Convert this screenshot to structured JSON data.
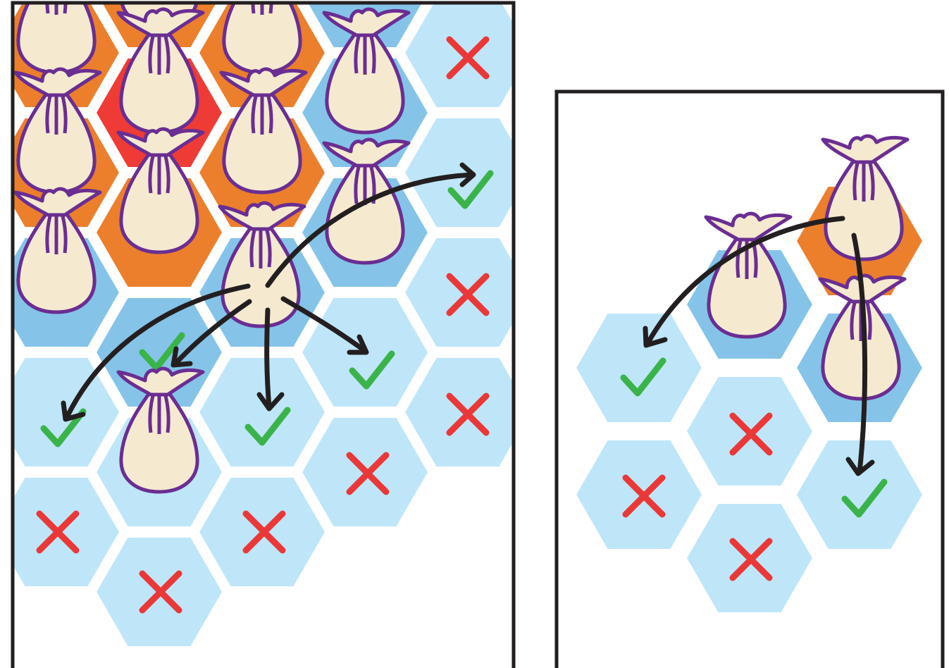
{
  "colors": {
    "frame": "#231f20",
    "hex_light": "#bee6f8",
    "hex_medium": "#85c4e8",
    "hex_orange": "#ec7f2c",
    "hex_red": "#ef3b36",
    "bag_fill": "#f5ead0",
    "bag_outline": "#6a2e92",
    "check": "#3bb34a",
    "cross": "#ea3838",
    "arrow": "#231f20"
  },
  "panels": [
    {
      "name": "left-board",
      "cells": [
        {
          "id": "c0-0",
          "color": "orange",
          "bag": true
        },
        {
          "id": "c0-1",
          "color": "orange",
          "bag": true
        },
        {
          "id": "c0-2",
          "color": "orange",
          "bag": true
        },
        {
          "id": "c0-3",
          "color": "orange",
          "bag": true
        },
        {
          "id": "c1-0",
          "color": "orange",
          "bag": true
        },
        {
          "id": "c1-1",
          "color": "orange",
          "bag": true
        },
        {
          "id": "c1-2",
          "color": "medium",
          "bag": true
        },
        {
          "id": "c2-0",
          "color": "red",
          "bag": true
        },
        {
          "id": "c2-1",
          "color": "orange",
          "bag": true
        },
        {
          "id": "c2-2",
          "color": "medium",
          "bag": false,
          "marker": "check"
        },
        {
          "id": "c2-3",
          "color": "light",
          "bag": true
        },
        {
          "id": "c2-4",
          "color": "light",
          "bag": false,
          "marker": "cross"
        },
        {
          "id": "c3-0",
          "color": "orange",
          "bag": true
        },
        {
          "id": "c3-1",
          "color": "orange",
          "bag": true
        },
        {
          "id": "c3-2",
          "color": "medium",
          "bag": true
        },
        {
          "id": "c3-3",
          "color": "light",
          "bag": false,
          "marker": "check"
        },
        {
          "id": "c3-4",
          "color": "light",
          "bag": false,
          "marker": "cross"
        },
        {
          "id": "c4-0",
          "color": "medium",
          "bag": true
        },
        {
          "id": "c4-1",
          "color": "medium",
          "bag": true
        },
        {
          "id": "c4-2",
          "color": "light",
          "bag": false,
          "marker": "check"
        },
        {
          "id": "c4-3",
          "color": "light",
          "bag": false,
          "marker": "cross"
        },
        {
          "id": "c5-0",
          "color": "light",
          "bag": false,
          "marker": "cross"
        },
        {
          "id": "c5-1",
          "color": "light",
          "bag": false,
          "marker": "check"
        },
        {
          "id": "c5-2",
          "color": "light",
          "bag": false,
          "marker": "cross"
        },
        {
          "id": "c5-3",
          "color": "light",
          "bag": false,
          "marker": "cross"
        }
      ],
      "moves": [
        {
          "from": "moving-bag",
          "to": "upper-right-check"
        },
        {
          "from": "moving-bag",
          "to": "lower-left-check"
        },
        {
          "from": "moving-bag",
          "to": "near-left-check"
        },
        {
          "from": "moving-bag",
          "to": "below-check"
        },
        {
          "from": "moving-bag",
          "to": "right-check"
        }
      ]
    },
    {
      "name": "right-board",
      "cells": [
        {
          "id": "r0",
          "color": "orange",
          "bag": true
        },
        {
          "id": "r1",
          "color": "medium",
          "bag": true
        },
        {
          "id": "r2",
          "color": "medium",
          "bag": true
        },
        {
          "id": "r3",
          "color": "light",
          "bag": false,
          "marker": "check"
        },
        {
          "id": "r4",
          "color": "light",
          "bag": false,
          "marker": "cross"
        },
        {
          "id": "r5",
          "color": "light",
          "bag": false,
          "marker": "cross"
        },
        {
          "id": "r6",
          "color": "light",
          "bag": false,
          "marker": "cross"
        },
        {
          "id": "r7",
          "color": "light",
          "bag": false,
          "marker": "check"
        }
      ],
      "moves": [
        {
          "from": "top-bag",
          "to": "far-left-check"
        },
        {
          "from": "top-bag",
          "to": "bottom-right-check"
        }
      ]
    }
  ]
}
